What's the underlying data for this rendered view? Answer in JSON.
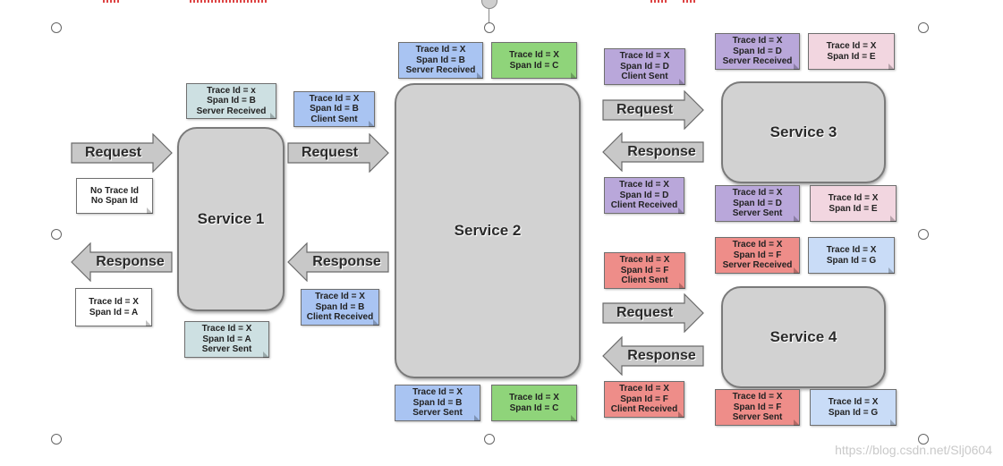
{
  "services": {
    "s1": "Service 1",
    "s2": "Service 2",
    "s3": "Service 3",
    "s4": "Service 4"
  },
  "arrows": {
    "request": "Request",
    "response": "Response"
  },
  "notes": {
    "client_in": [
      "No Trace Id",
      "No Span Id"
    ],
    "client_out": [
      "Trace Id = X",
      "Span Id = A"
    ],
    "s1_received": [
      "Trace Id = x",
      "Span Id = B",
      "Server Received"
    ],
    "s1_sent": [
      "Trace Id = X",
      "Span Id = A",
      "Server Sent"
    ],
    "s1_client_sent": [
      "Trace Id = X",
      "Span Id = B",
      "Client Sent"
    ],
    "s1_client_received": [
      "Trace Id = X",
      "Span Id = B",
      "Client Received"
    ],
    "s2_received": [
      "Trace Id = X",
      "Span Id = B",
      "Server Received"
    ],
    "s2_top_span": [
      "Trace Id = X",
      "Span Id = C"
    ],
    "s2_sent": [
      "Trace Id = X",
      "Span Id = B",
      "Server Sent"
    ],
    "s2_bottom_span": [
      "Trace Id = X",
      "Span Id = C"
    ],
    "s2_s3_client_sent": [
      "Trace Id = X",
      "Span Id = D",
      "Client Sent"
    ],
    "s2_s3_client_received": [
      "Trace Id = X",
      "Span Id = D",
      "Client Received"
    ],
    "s3_received": [
      "Trace Id = X",
      "Span Id = D",
      "Server Received"
    ],
    "s3_span_top": [
      "Trace Id = X",
      "Span Id = E"
    ],
    "s3_sent": [
      "Trace Id = X",
      "Span Id = D",
      "Server Sent"
    ],
    "s3_span_bottom": [
      "Trace Id = X",
      "Span Id = E"
    ],
    "s2_s4_client_sent": [
      "Trace Id = X",
      "Span Id = F",
      "Client Sent"
    ],
    "s2_s4_client_received": [
      "Trace Id = X",
      "Span Id = F",
      "Client Received"
    ],
    "s4_received": [
      "Trace Id = X",
      "Span Id = F",
      "Server Received"
    ],
    "s4_span_top": [
      "Trace Id = X",
      "Span Id = G"
    ],
    "s4_sent": [
      "Trace Id = X",
      "Span Id = F",
      "Server Sent"
    ],
    "s4_span_bottom": [
      "Trace Id = X",
      "Span Id = G"
    ]
  },
  "watermark": "https://blog.csdn.net/Slj0604"
}
